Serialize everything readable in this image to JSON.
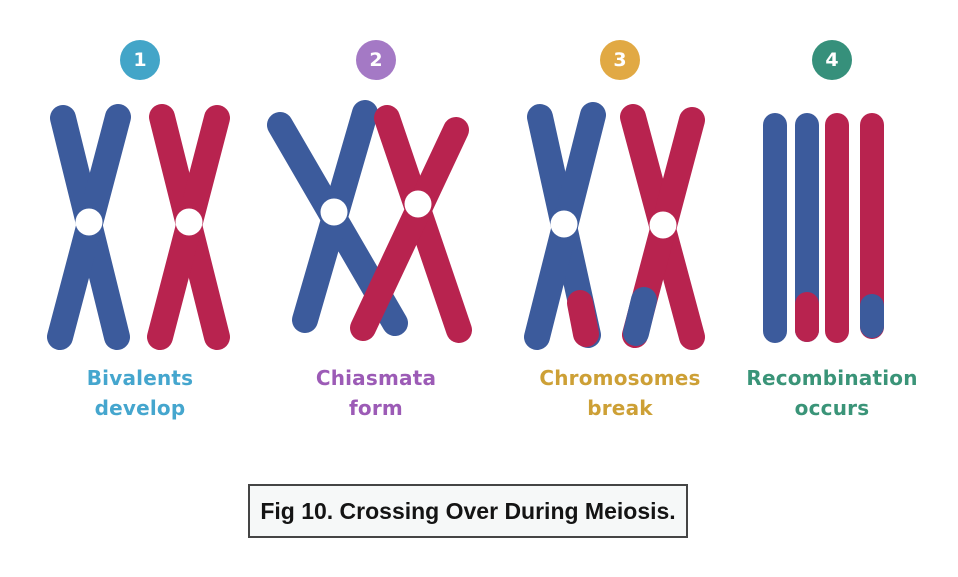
{
  "caption": {
    "text": "Fig 10. Crossing Over During Meiosis."
  },
  "colors": {
    "chromosome_blue": "#3C5B9C",
    "chromosome_red": "#B8234F",
    "centromere_white": "#FFFFFF",
    "caption_border": "#454545",
    "caption_background": "#F6F8F8",
    "caption_text": "#141414"
  },
  "steps": [
    {
      "number": "1",
      "badge_color": "#43A5C8",
      "label_color": "#45A6CE",
      "label_line1": "Bivalents",
      "label_line2": "develop"
    },
    {
      "number": "2",
      "badge_color": "#A479C5",
      "label_color": "#9C5BB6",
      "label_line1": "Chiasmata",
      "label_line2": "form"
    },
    {
      "number": "3",
      "badge_color": "#E1A944",
      "label_color": "#CDA036",
      "label_line1": "Chromosomes",
      "label_line2": "break"
    },
    {
      "number": "4",
      "badge_color": "#36907B",
      "label_color": "#3A9478",
      "label_line1": "Recombination",
      "label_line2": "occurs"
    }
  ]
}
